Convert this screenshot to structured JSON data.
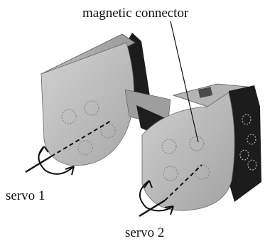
{
  "labels": {
    "magnetic_connector": "magnetic connector",
    "servo_1": "servo 1",
    "servo_2": "servo 2"
  },
  "colors": {
    "module_light": "#c9c9c9",
    "module_mid": "#a9a9a9",
    "module_shadow": "#7a7a7a",
    "module_dark": "#1c1c1c",
    "hole": "#b9b9b9",
    "line": "#111111"
  }
}
